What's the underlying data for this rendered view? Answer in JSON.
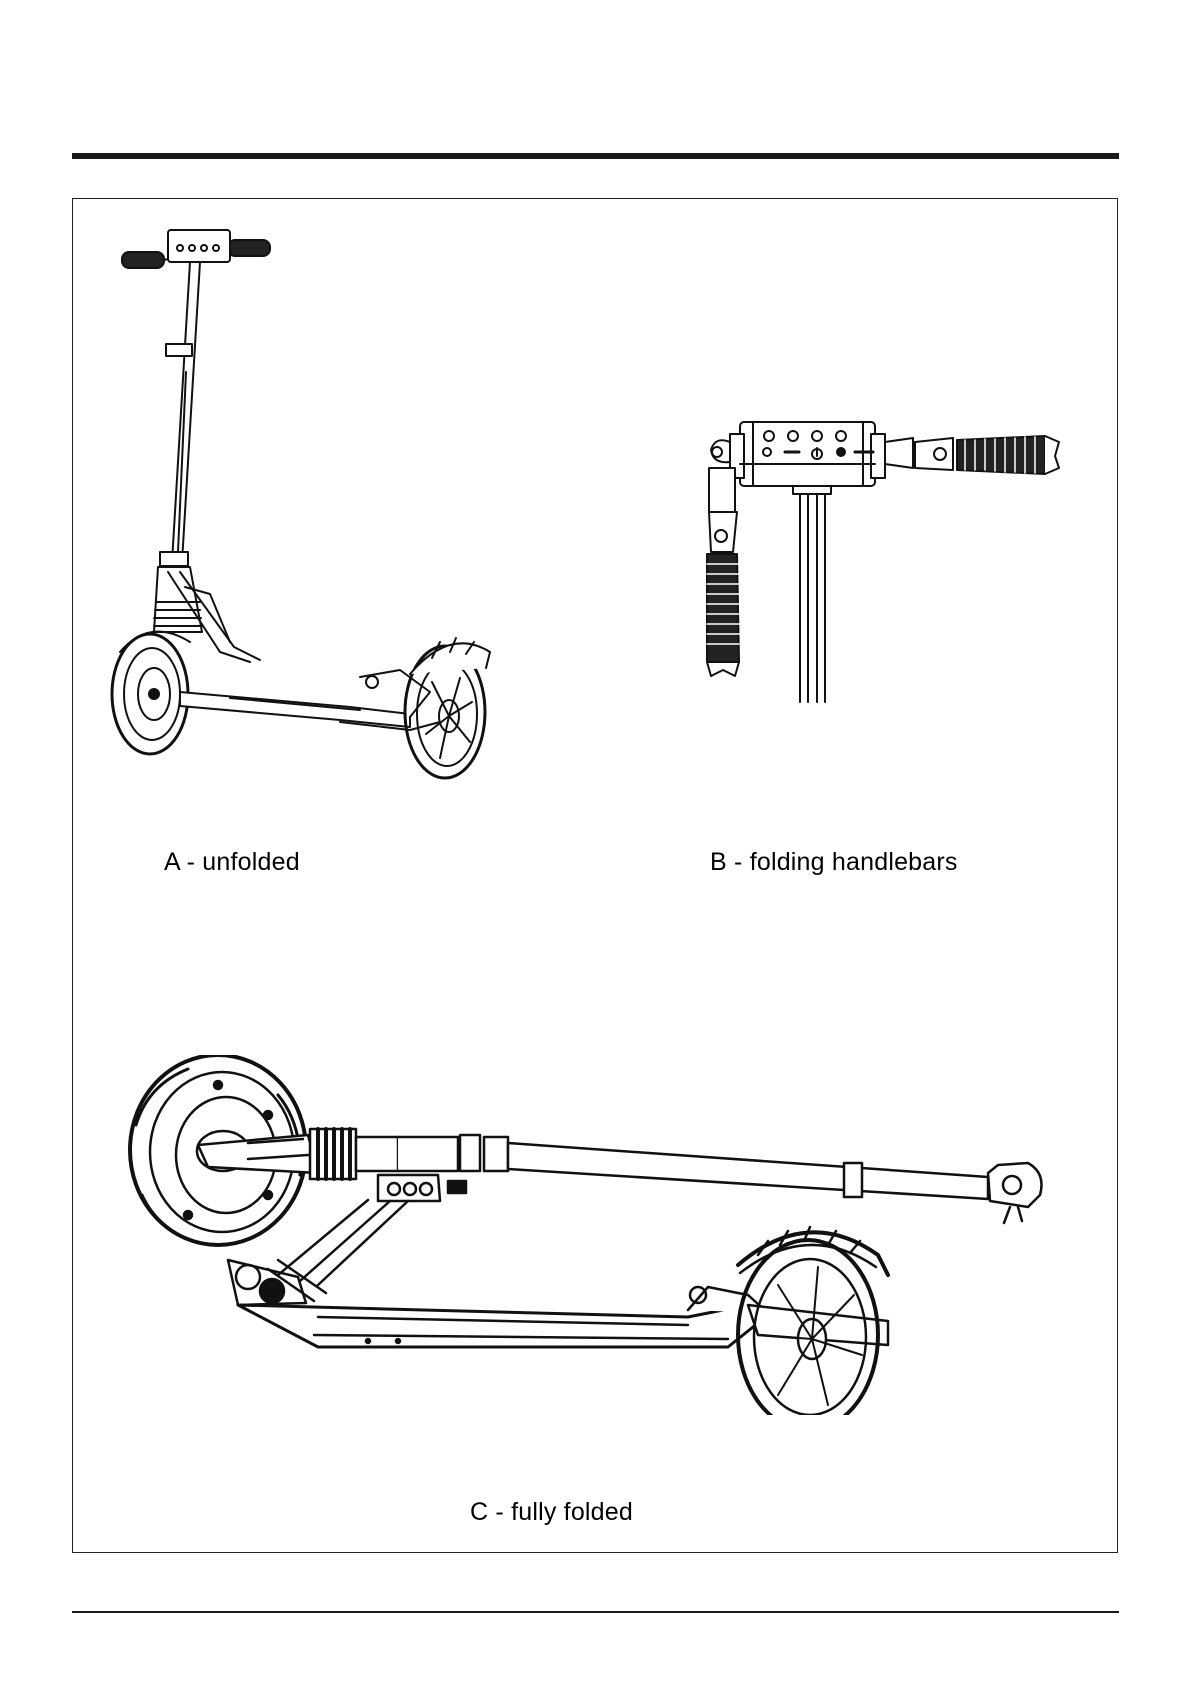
{
  "figures": {
    "a": {
      "caption": "A - unfolded",
      "icon": "scooter-unfolded-drawing"
    },
    "b": {
      "caption": "B - folding handlebars",
      "icon": "handlebar-folding-drawing"
    },
    "c": {
      "caption": "C - fully folded",
      "icon": "scooter-folded-drawing"
    }
  }
}
